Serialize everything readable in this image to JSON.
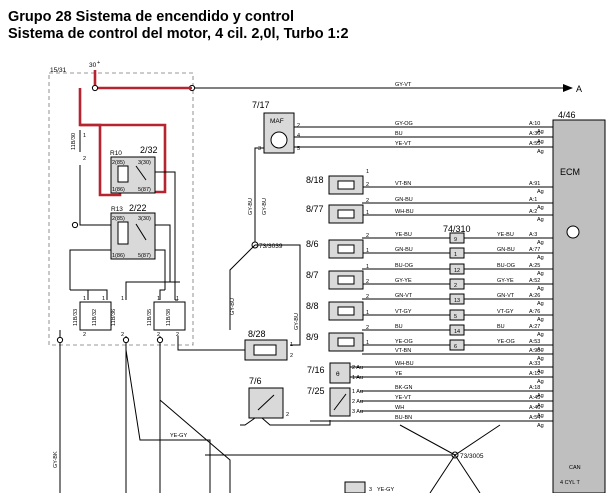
{
  "title": {
    "line1": "Grupo 28 Sistema de encendido y control",
    "line2": "Sistema de control del motor, 4 cil. 2,0l, Turbo 1:2"
  },
  "colors": {
    "highlight": "#b5242f",
    "wire": "#000000",
    "component": "#d9d9d9",
    "ecm_strip": "#bfbfbf"
  },
  "labels": {
    "box_1531": "15/31",
    "term_30": "30",
    "a_arrow": "A",
    "gy_vt": "GY-VT",
    "maf_id": "7/17",
    "maf": "MAF",
    "relay1_id": "R10",
    "relay1_ref": "2/32",
    "relay2_id": "R13",
    "relay2_ref": "2/22",
    "ecm_id": "4/46",
    "ecm": "ECM",
    "i_818": "8/18",
    "i_877": "8/77",
    "i_86": "8/6",
    "i_87": "8/7",
    "i_88": "8/8",
    "i_89": "8/9",
    "i_828": "8/28",
    "i_716": "7/16",
    "i_725": "7/25",
    "i_76": "7/6",
    "splice_3039": "73/3039",
    "splice_3005": "73/3005",
    "conn_310": "74/310",
    "fuse_30": "11B/30",
    "fuse_33": "11B/33",
    "fuse_32": "11B/32",
    "fuse_36": "11B/36",
    "fuse_35": "11B/35",
    "fuse_38": "11B/38",
    "gy_bu": "GY-BU",
    "gy_bu_b": "GY-BU",
    "gy_bu_c": "GY-BU",
    "gy_bu_d": "GY-BU",
    "gy_bk": "GY-BK",
    "ye_gy": "YE-GY",
    "ye_gy_b": "YE-GY",
    "can": "CAN",
    "cyl": "4 CYL T"
  },
  "relays": [
    {
      "p285": "2(85)",
      "p330": "3(30)",
      "p186": "1(86)",
      "p587": "5(87)"
    },
    {
      "p285": "2(85)",
      "p330": "3(30)",
      "p186": "1(86)",
      "p587": "5(87)"
    }
  ],
  "pins": {
    "maf": [
      "2",
      "4",
      "3",
      "5"
    ],
    "p818": [
      "1",
      "2"
    ],
    "p877": [
      "2",
      "1"
    ],
    "p86": [
      "2",
      "1"
    ],
    "p87": [
      "1",
      "2"
    ],
    "p88": [
      "2",
      "1"
    ],
    "p89": [
      "2",
      "1"
    ],
    "p828": [
      "1",
      "2"
    ],
    "gnd": "2",
    "fuse30": [
      "1",
      "2"
    ],
    "fuse": [
      "1",
      "2"
    ],
    "p716": [
      "2 Au",
      "1 Au"
    ],
    "p725": [
      "1 Au",
      "2 Au",
      "3 Au"
    ],
    "conn": [
      "9",
      "1",
      "12",
      "2",
      "13",
      "5",
      "14",
      "6"
    ]
  },
  "wires": [
    {
      "name": "GY-OG",
      "ecm": "A:10"
    },
    {
      "name": "BU",
      "ecm": "A:36"
    },
    {
      "name": "YE-VT",
      "ecm": "A:55"
    },
    {
      "name": "VT-BN",
      "ecm": "A:91"
    },
    {
      "name": "GN-BU",
      "ecm": "A:1"
    },
    {
      "name": "WH-BU",
      "ecm": "A:2"
    },
    {
      "name": "YE-BU",
      "ecm": "A:3"
    },
    {
      "name": "GN-BU",
      "ecm": "A:77"
    },
    {
      "name": "BU-OG",
      "ecm": "A:25"
    },
    {
      "name": "GY-YE",
      "ecm": "A:52"
    },
    {
      "name": "GN-VT",
      "ecm": "A:26"
    },
    {
      "name": "VT-GY",
      "ecm": "A:76"
    },
    {
      "name": "BU",
      "ecm": "A:27"
    },
    {
      "name": "YE-OG",
      "ecm": "A:53"
    },
    {
      "name": "VT-BN",
      "ecm": "A:95"
    },
    {
      "name": "WH-BU",
      "ecm": "A:33"
    },
    {
      "name": "YE",
      "ecm": "A:12"
    },
    {
      "name": "BK-GN",
      "ecm": "A:18"
    },
    {
      "name": "YE-VT",
      "ecm": "A:45"
    },
    {
      "name": "WH",
      "ecm": "A:46"
    },
    {
      "name": "BU-BN",
      "ecm": "A:54"
    }
  ],
  "right_wires": [
    "YE-BU",
    "GN-BU",
    "BU-OG",
    "GY-YE",
    "GN-VT",
    "VT-GY",
    "BU",
    "YE-OG"
  ]
}
